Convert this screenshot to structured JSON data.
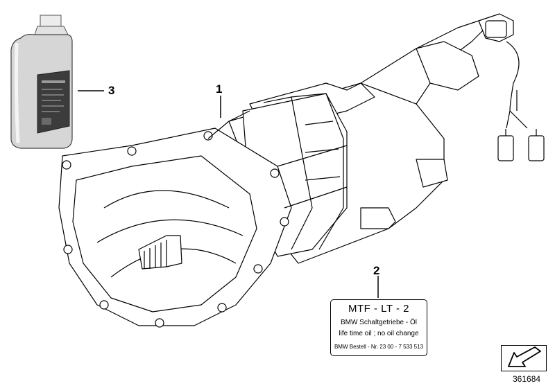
{
  "callouts": {
    "part1": "1",
    "part2": "2",
    "part3": "3"
  },
  "oil_label": {
    "line1": "MTF - LT - 2",
    "line2": "BMW Schaltgetriebe - Öl",
    "line3": "life time oil ; no oil change",
    "line4": "BMW Bestell - Nr.  23 00 - 7 533 513"
  },
  "diagram_id": "361684",
  "icons": {
    "nav": "arrow-down-left-icon",
    "bottle": "oil-bottle-illustration",
    "gearbox": "manual-transmission-illustration"
  },
  "colors": {
    "ink": "#000000",
    "background": "#ffffff",
    "bottle_body": "#d8d8d8",
    "bottle_label": "#3a3a3a"
  }
}
